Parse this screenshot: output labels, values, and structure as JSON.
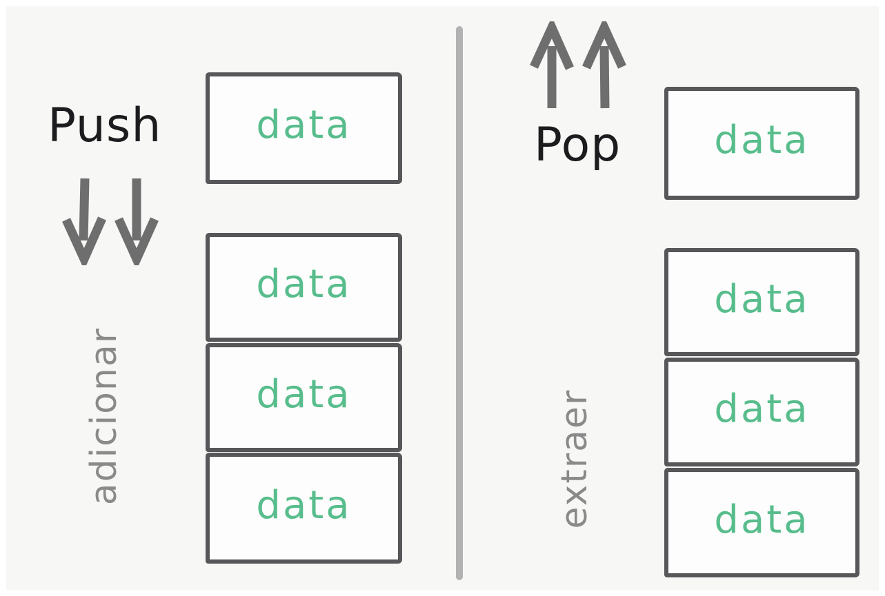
{
  "diagram": {
    "title_visible": false,
    "background_color": "#f7f7f5",
    "divider_color": "#b2b2b2"
  },
  "colors": {
    "data_text_green": "#58bd8c",
    "box_border_gray": "#57575a",
    "box_fill": "#fdfdfd",
    "arrow_gray": "#6e6e6e",
    "action_label_gray": "#8a8a8a",
    "operation_label_black": "#1c1c1e"
  },
  "left": {
    "operation": "Push",
    "action": "adicionar",
    "arrows": {
      "icon": "down-arrow-icon",
      "count": 2,
      "direction": "down"
    },
    "stack": {
      "top_item": "data",
      "items": [
        "data",
        "data",
        "data"
      ]
    }
  },
  "right": {
    "operation": "Pop",
    "action": "extraer",
    "arrows": {
      "icon": "up-arrow-icon",
      "count": 2,
      "direction": "up"
    },
    "stack": {
      "top_item": "data",
      "items": [
        "data",
        "data",
        "data"
      ]
    }
  }
}
